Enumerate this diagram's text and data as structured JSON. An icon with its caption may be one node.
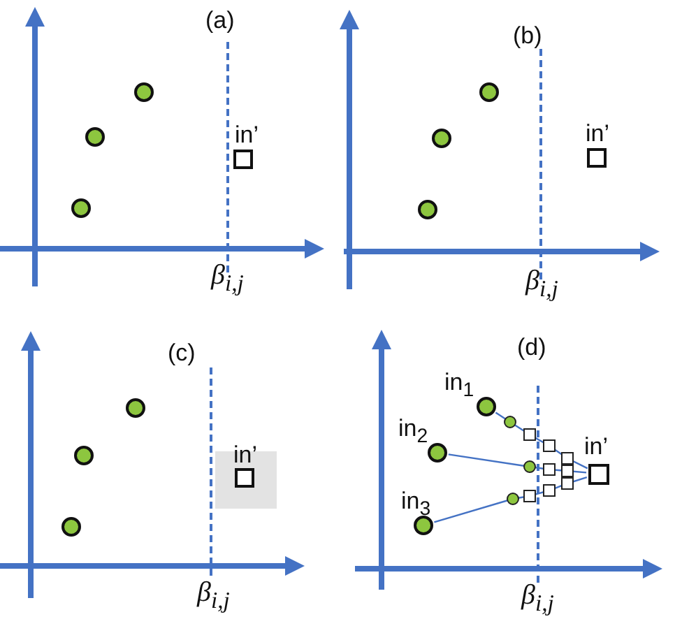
{
  "diagram": {
    "nodes": [
      {
        "text": [],
        "shape": "circle"
      },
      {
        "text": [],
        "shape": "circle"
      },
      {
        "text": [],
        "shape": "circle"
      },
      {
        "text": [
          "in’"
        ]
      },
      {
        "text": [],
        "shape": "circle"
      },
      {
        "text": [],
        "shape": "circle"
      },
      {
        "text": [],
        "shape": "circle"
      },
      {
        "text": [
          "in’"
        ]
      },
      {
        "text": [],
        "shape": "circle"
      },
      {
        "text": [],
        "shape": "circle"
      },
      {
        "text": [],
        "shape": "circle"
      },
      {
        "text": [
          "in’"
        ]
      },
      {
        "text": [
          "in$_{1}$"
        ]
      },
      {
        "text": [
          "in$_{2}$"
        ]
      },
      {
        "text": [
          "in$_{3}$"
        ]
      },
      {
        "text": [
          "in’"
        ]
      }
    ],
    "edges": [
      {
        "from": 12,
        "to": 15,
        "arrow": "none"
      },
      {
        "from": 13,
        "to": 15,
        "arrow": "none"
      },
      {
        "from": 14,
        "to": 15,
        "arrow": "none"
      }
    ],
    "labels": [
      "(a)",
      "β$_{i,j}$",
      "(b)",
      "β$_{i,j}$",
      "(c)",
      "β$_{i,j}$",
      "(d)",
      "β$_{i,j}$"
    ]
  }
}
